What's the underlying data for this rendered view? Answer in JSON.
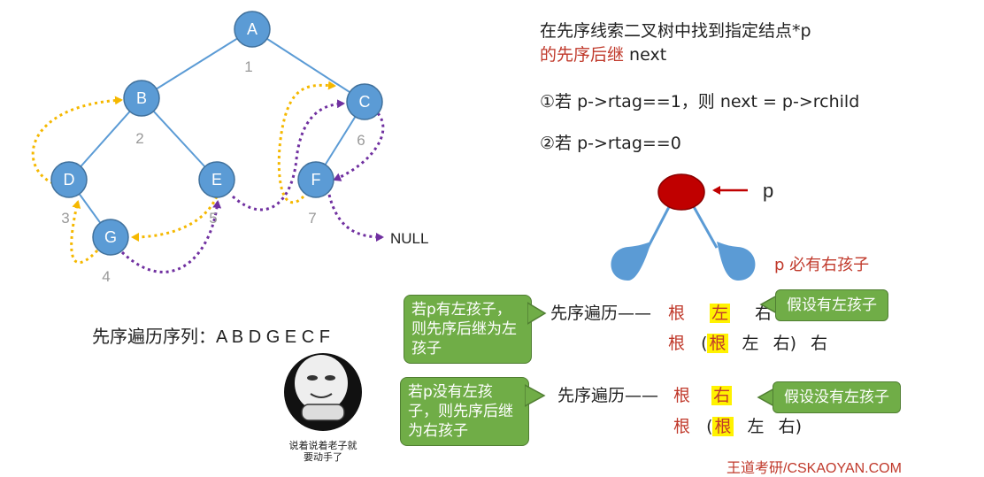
{
  "tree": {
    "nodes": [
      {
        "id": "A",
        "label": "A",
        "order": "1"
      },
      {
        "id": "B",
        "label": "B",
        "order": "2"
      },
      {
        "id": "C",
        "label": "C",
        "order": "6"
      },
      {
        "id": "D",
        "label": "D",
        "order": "3"
      },
      {
        "id": "E",
        "label": "E",
        "order": "5"
      },
      {
        "id": "F",
        "label": "F",
        "order": "7"
      },
      {
        "id": "G",
        "label": "G",
        "order": "4"
      }
    ],
    "null_label": "NULL"
  },
  "sequence": {
    "label": "先序遍历序列：",
    "value": "A B D G E C F"
  },
  "meme": {
    "caption_line1": "说着说着老子就",
    "caption_line2": "要动手了"
  },
  "header": {
    "line1": "在先序线索二叉树中找到指定结点*p",
    "line2_red": "的先序后继",
    "line2_rest": " next"
  },
  "conditions": {
    "c1": "①若 p->rtag==1，则 next = p->rchild",
    "c2": "②若 p->rtag==0"
  },
  "small_tree": {
    "p_label": "p",
    "caption": "p 必有右孩子"
  },
  "case_left": {
    "box": "若p有左孩子，则先序后继为左孩子",
    "trav_label": "先序遍历——",
    "row1": [
      "根",
      "左",
      "右"
    ],
    "row2": [
      "根",
      "(",
      "根",
      "左",
      "右)",
      "右"
    ],
    "assume": "假设有左孩子"
  },
  "case_no_left": {
    "box": "若p没有左孩子，则先序后继为右孩子",
    "trav_label": "先序遍历——",
    "row1": [
      "根",
      "右"
    ],
    "row2": [
      "根",
      "(",
      "根",
      "左",
      "右)"
    ],
    "assume": "假设没有左孩子"
  },
  "footer": {
    "brand": "王道考研/CSKAOYAN.COM"
  },
  "colors": {
    "node": "#5b9bd5",
    "node_stroke": "#41719c",
    "edge": "#5b9bd5",
    "thread_yellow": "#f5b800",
    "thread_purple": "#7030a0",
    "p_node": "#c00000",
    "green": "#70ad47"
  }
}
